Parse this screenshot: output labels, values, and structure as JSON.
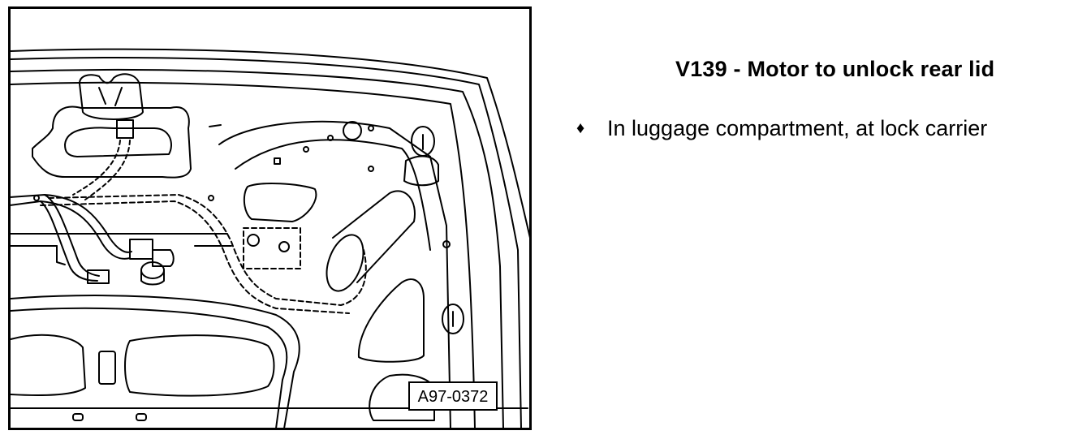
{
  "figure": {
    "label": "A97-0372"
  },
  "component": {
    "title": "V139 - Motor to unlock rear lid"
  },
  "locations": [
    {
      "bullet": "♦",
      "text": "In luggage compartment, at lock carrier"
    }
  ]
}
